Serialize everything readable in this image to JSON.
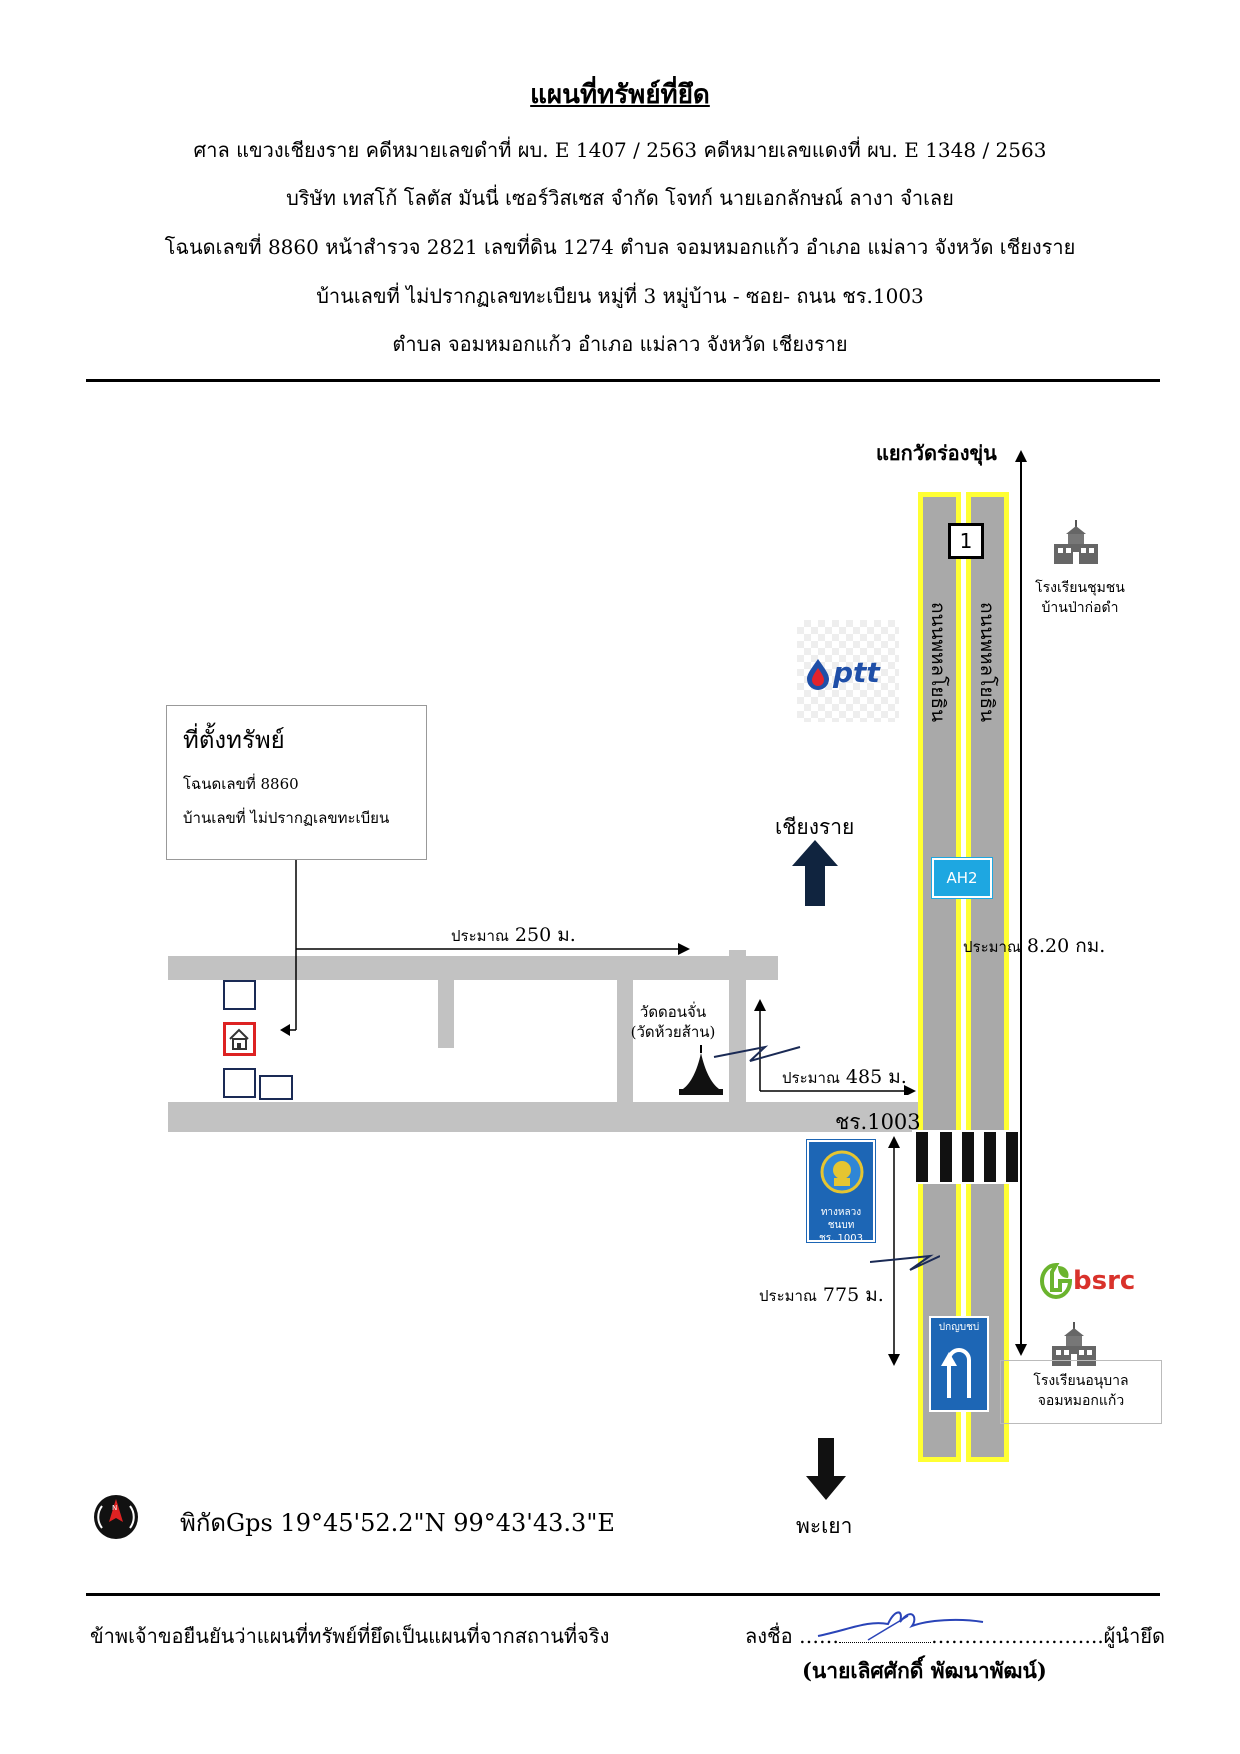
{
  "header": {
    "title": "แผนที่ทรัพย์ที่ยึด",
    "line1": "ศาล แขวงเชียงราย    คดีหมายเลขดำที่ ผบ. E 1407 / 2563     คดีหมายเลขแดงที่ ผบ. E 1348 / 2563",
    "line2": "บริษัท เทสโก้ โลตัส มันนี่ เซอร์วิสเซส จำกัด   โจทก์          นายเอกลักษณ์ ลางา   จำเลย",
    "line3": "โฉนดเลขที่ 8860  หน้าสำรวจ  2821  เลขที่ดิน  1274    ตำบล จอมหมอกแก้ว อำเภอ แม่ลาว จังหวัด เชียงราย",
    "line4": "บ้านเลขที่ ไม่ปรากฏเลขทะเบียน หมู่ที่ 3 หมู่บ้าน - ซอย- ถนน ชร.1003",
    "line5": "ตำบล จอมหมอกแก้ว อำเภอ แม่ลาว จังหวัด เชียงราย"
  },
  "map": {
    "north_label": "แยกวัดร่องขุ่น",
    "road_name_1": "ถนนพหลโยธิน",
    "road_name_2": "ถนนพหลโยธิน",
    "hwy_number": "1",
    "ah_label": "AH2",
    "school_1": [
      "โรงเรียนชุมชน",
      "บ้านป่าก่อดำ"
    ],
    "school_2": [
      "โรงเรียนอนุบาล",
      "จอมหมอกแก้ว"
    ],
    "ptt_logo": "ptt",
    "bsrc_logo": "bsrc",
    "property_box": {
      "title": "ที่ตั้งทรัพย์",
      "deed": "โฉนดเลขที่ 8860",
      "house": "บ้านเลขที่  ไม่ปรากฏเลขทะเบียน"
    },
    "dist_250": {
      "prefix": "ประมาณ",
      "value": "250 ม."
    },
    "dist_485": {
      "prefix": "ประมาณ",
      "value": "485 ม."
    },
    "dist_775": {
      "prefix": "ประมาณ",
      "value": "775 ม."
    },
    "dist_820": {
      "prefix": "ประมาณ",
      "value": "8.20 กม."
    },
    "temple": [
      "วัดดอนจั่น",
      "(วัดห้วยส้าน)"
    ],
    "chiang_rai": "เชียงราย",
    "phayao": "พะเยา",
    "road_1003": "ชร.1003",
    "sign_text": [
      "ทางหลวงชนบท",
      "ชร. 1003"
    ],
    "uturn_label": "ปกญบชบ่",
    "gps": "พิกัดGps  19°45'52.2\"N 99°43'43.3\"E",
    "compass_letter": "N"
  },
  "footer": {
    "statement": "ข้าพเจ้าขอยืนยันว่าแผนที่ทรัพย์ที่ยึดเป็นแผนที่จากสถานที่จริง",
    "sign_prefix": "ลงชื่อ ……",
    "sign_suffix": "……………………..ผู้นำยึด",
    "signer": "(นายเลิศศักดิ์ พัฒนาพัฒน์)"
  },
  "colors": {
    "road": "#c2c2c2",
    "highway": "#a9a9a9",
    "highway_border": "#ffff33",
    "ah_blue": "#1ea7e1",
    "arrow_navy": "#10243f",
    "ptt_blue": "#1f4fa8",
    "ptt_red": "#e3232c",
    "bsrc_green": "#6bb42e",
    "bsrc_red": "#d9322b",
    "sign_blue": "#1d66b5"
  }
}
